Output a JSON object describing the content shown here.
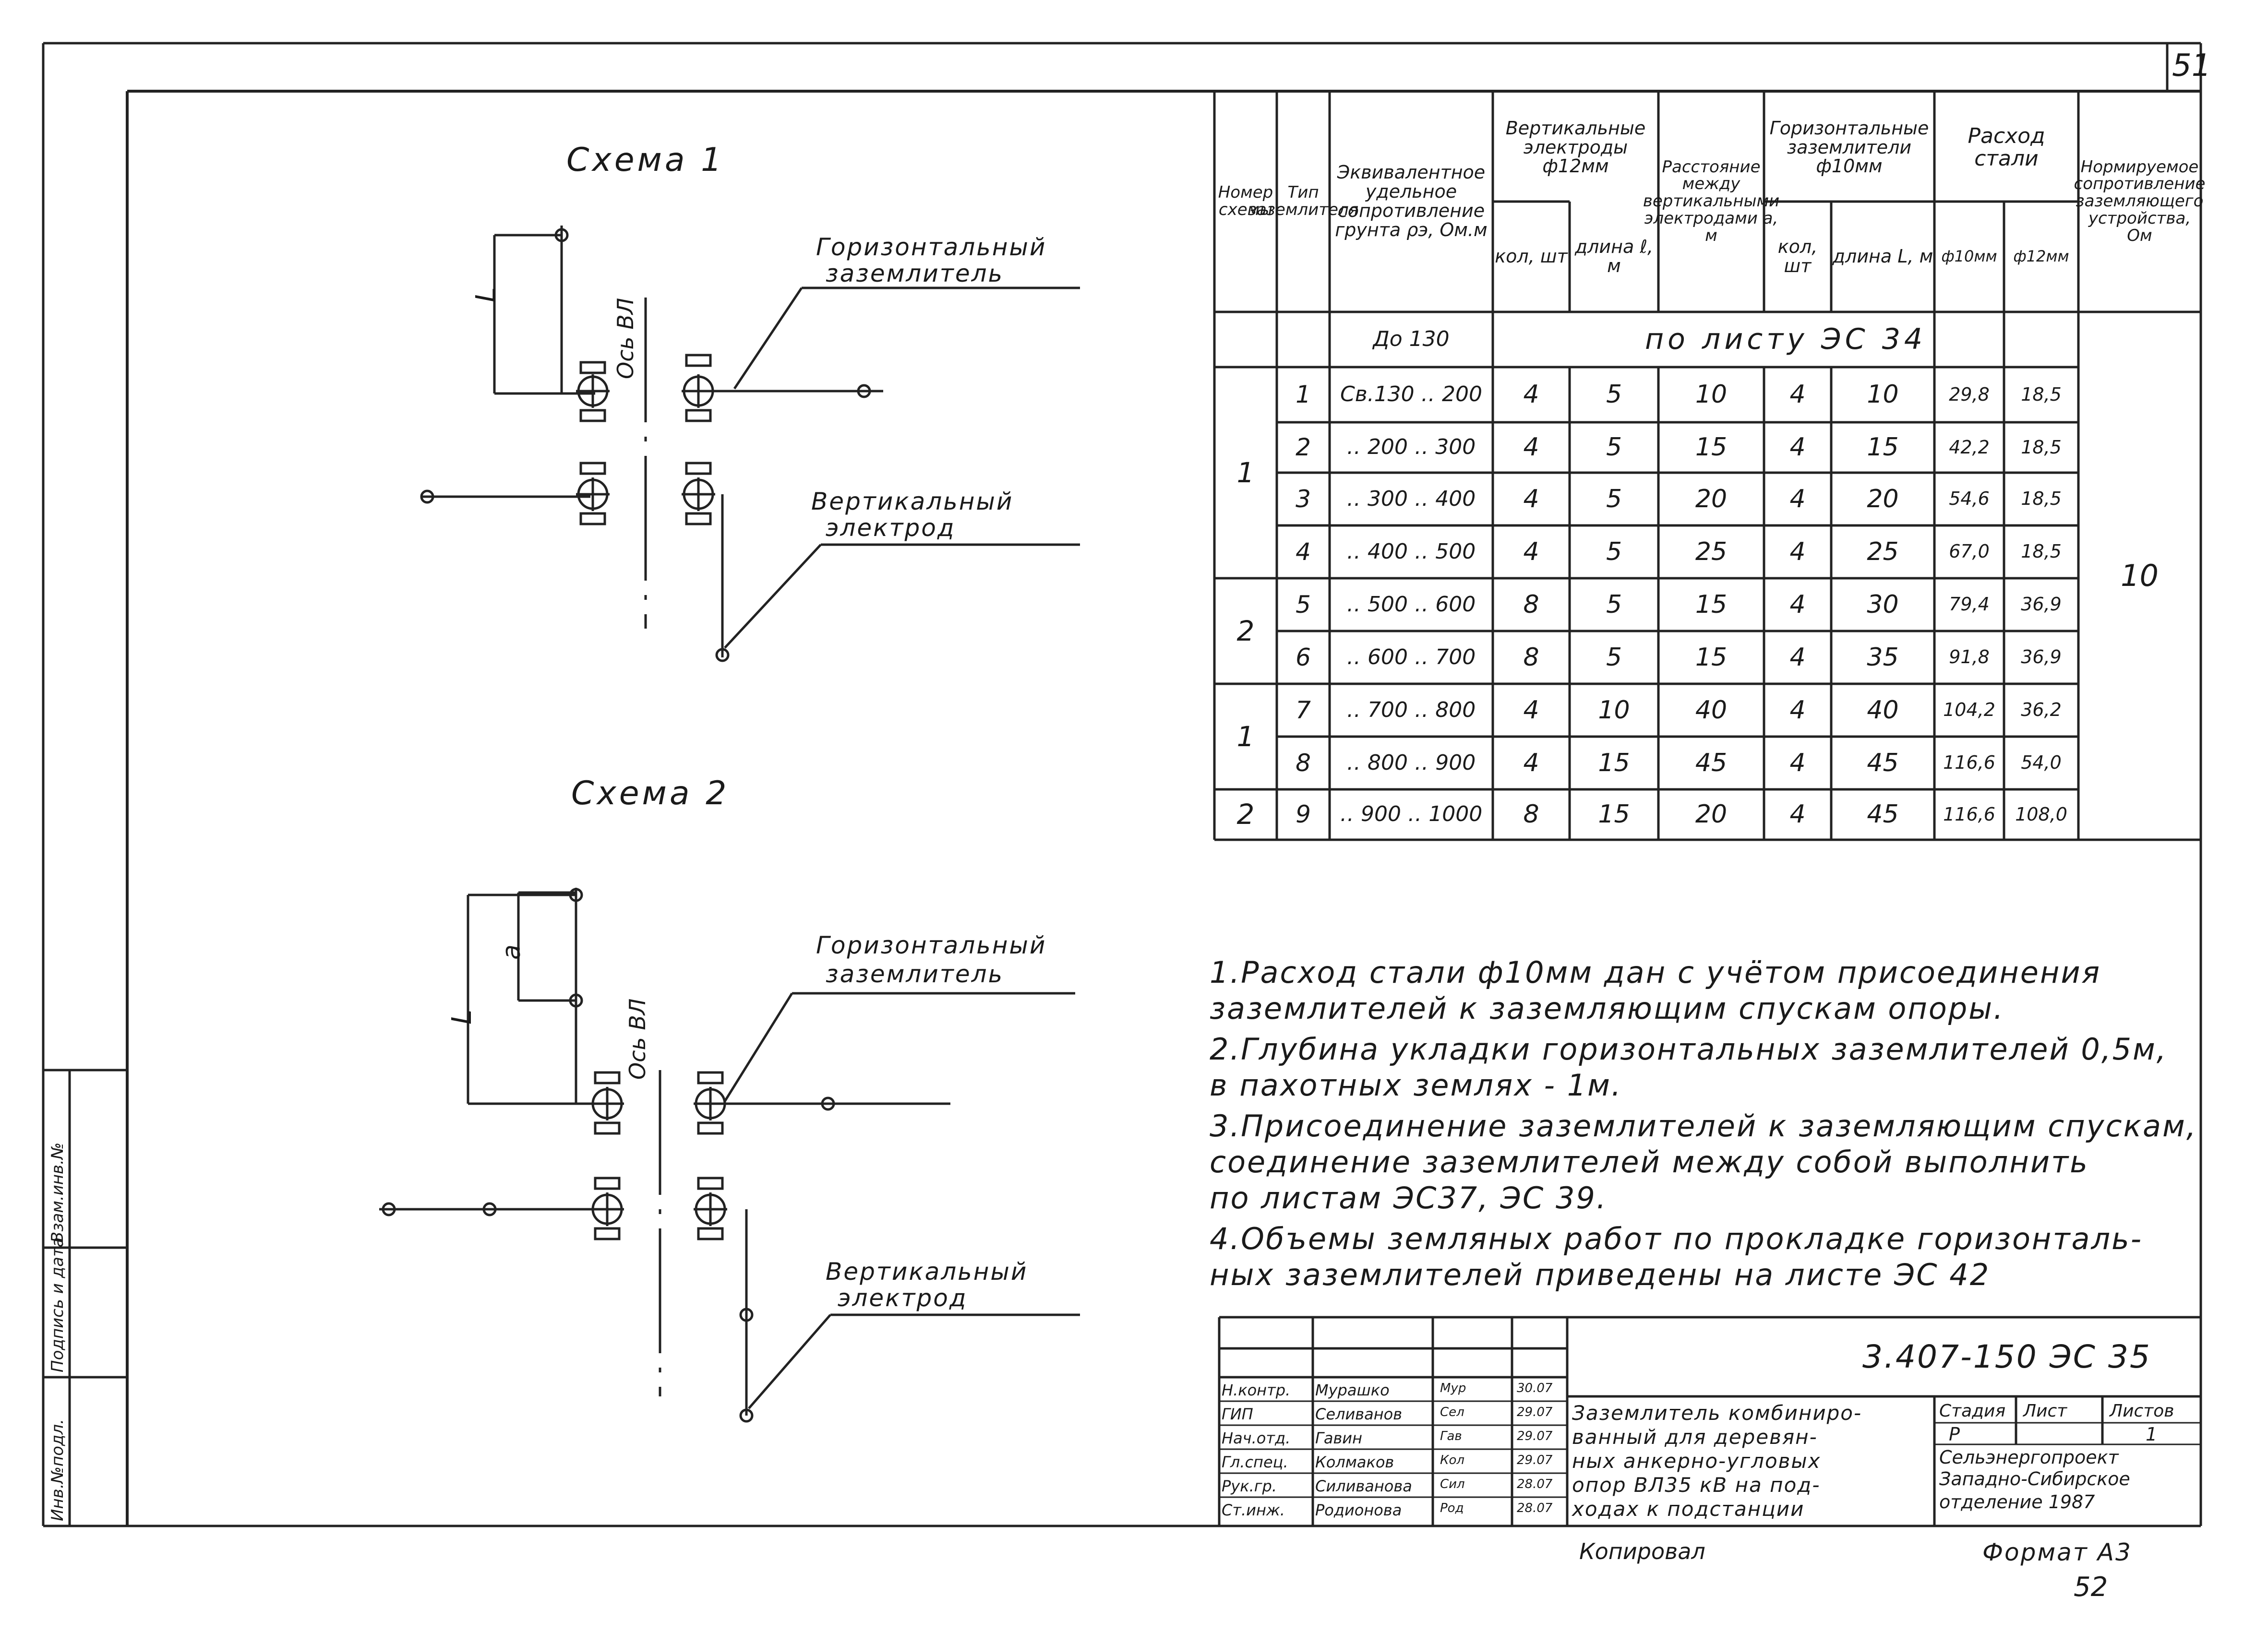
{
  "sheet_corner_number": "51",
  "schemes": {
    "scheme1_title": "Схема 1",
    "scheme2_title": "Схема 2",
    "horizontal_label_1": "Горизонтальный",
    "horizontal_label_2": "заземлитель",
    "vertical_label_1": "Вертикальный",
    "vertical_label_2": "электрод",
    "axis_label": "Ось ВЛ",
    "dim_l": "L",
    "dim_a": "a"
  },
  "table": {
    "headers": {
      "scheme_no": "Номер схемы",
      "earth_type": "Тип заземлителя",
      "resistivity": "Эквивалентное удельное сопротивление грунта ρэ, Ом.м",
      "vertical": "Вертикальные электроды ф12мм",
      "vert_qty": "кол, шт",
      "vert_len": "длина ℓ, м",
      "distance": "Расстояние между вертикальными электродами а, м",
      "horizontal": "Горизонтальные заземлители ф10мм",
      "hor_qty": "кол, шт",
      "hor_len": "длина L, м",
      "steel": "Расход стали",
      "steel10": "ф10мм",
      "steel12": "ф12мм",
      "norm": "Нормируемое сопротивление заземляющего устройства, Ом"
    },
    "first_row": {
      "resistivity": "До 130",
      "ref": "по листу ЭС 34"
    },
    "rows": [
      {
        "type": "1",
        "rho": "Св.130 ‥ 200",
        "vq": "4",
        "vl": "5",
        "a": "10",
        "hq": "4",
        "hl": "10",
        "s10": "29,8",
        "s12": "18,5"
      },
      {
        "type": "2",
        "rho": "‥ 200 ‥ 300",
        "vq": "4",
        "vl": "5",
        "a": "15",
        "hq": "4",
        "hl": "15",
        "s10": "42,2",
        "s12": "18,5"
      },
      {
        "type": "3",
        "rho": "‥ 300 ‥ 400",
        "vq": "4",
        "vl": "5",
        "a": "20",
        "hq": "4",
        "hl": "20",
        "s10": "54,6",
        "s12": "18,5"
      },
      {
        "type": "4",
        "rho": "‥ 400 ‥ 500",
        "vq": "4",
        "vl": "5",
        "a": "25",
        "hq": "4",
        "hl": "25",
        "s10": "67,0",
        "s12": "18,5"
      },
      {
        "type": "5",
        "rho": "‥ 500 ‥ 600",
        "vq": "8",
        "vl": "5",
        "a": "15",
        "hq": "4",
        "hl": "30",
        "s10": "79,4",
        "s12": "36,9"
      },
      {
        "type": "6",
        "rho": "‥ 600 ‥ 700",
        "vq": "8",
        "vl": "5",
        "a": "15",
        "hq": "4",
        "hl": "35",
        "s10": "91,8",
        "s12": "36,9"
      },
      {
        "type": "7",
        "rho": "‥ 700 ‥ 800",
        "vq": "4",
        "vl": "10",
        "a": "40",
        "hq": "4",
        "hl": "40",
        "s10": "104,2",
        "s12": "36,2"
      },
      {
        "type": "8",
        "rho": "‥ 800 ‥ 900",
        "vq": "4",
        "vl": "15",
        "a": "45",
        "hq": "4",
        "hl": "45",
        "s10": "116,6",
        "s12": "54,0"
      },
      {
        "type": "9",
        "rho": "‥ 900 ‥ 1000",
        "vq": "8",
        "vl": "15",
        "a": "20",
        "hq": "4",
        "hl": "45",
        "s10": "116,6",
        "s12": "108,0"
      }
    ],
    "scheme_groups": [
      "1",
      "2",
      "1",
      "2"
    ],
    "norm_value": "10"
  },
  "notes": [
    "1.Расход стали ф10мм дан с учётом присоединения",
    "заземлителей к заземляющим спускам опоры.",
    "2.Глубина укладки горизонтальных заземлителей 0,5м,",
    "в пахотных землях - 1м.",
    "3.Присоединение заземлителей к заземляющим спускам,",
    "соединение заземлителей между собой выполнить",
    "по листам ЭС37, ЭС 39.",
    "4.Объемы земляных работ по прокладке горизонталь-",
    "ных заземлителей приведены на листе ЭС 42"
  ],
  "stamp": {
    "code": "3.407-150 ЭС 35",
    "roles": [
      {
        "role": "Н.контр.",
        "name": "Мурашко",
        "sign": "Мур",
        "date": "30.07"
      },
      {
        "role": "ГИП",
        "name": "Селиванов",
        "sign": "Сел",
        "date": "29.07"
      },
      {
        "role": "Нач.отд.",
        "name": "Гавин",
        "sign": "Гав",
        "date": "29.07"
      },
      {
        "role": "Гл.спец.",
        "name": "Колмаков",
        "sign": "Кол",
        "date": "29.07"
      },
      {
        "role": "Рук.гр.",
        "name": "Силиванова",
        "sign": "Сил",
        "date": "28.07"
      },
      {
        "role": "Ст.инж.",
        "name": "Родионова",
        "sign": "Род",
        "date": "28.07"
      }
    ],
    "title_lines": [
      "Заземлитель комбиниро-",
      "ванный для деревян-",
      "ных анкерно-угловых",
      "опор ВЛ35 кВ на под-",
      "ходах к подстанции"
    ],
    "stage_label": "Стадия",
    "sheet_label": "Лист",
    "sheets_label": "Листов",
    "stage_value": "Р",
    "sheets_value": "1",
    "org_lines": [
      "Сельэнергопроект",
      "Западно-Сибирское",
      "отделение   1987"
    ]
  },
  "side_labels": [
    "Инв.№подл.",
    "Подпись и дата",
    "Взам.инв.№"
  ],
  "footer": {
    "copied": "Копировал",
    "format": "Формат А3",
    "page": "52"
  }
}
